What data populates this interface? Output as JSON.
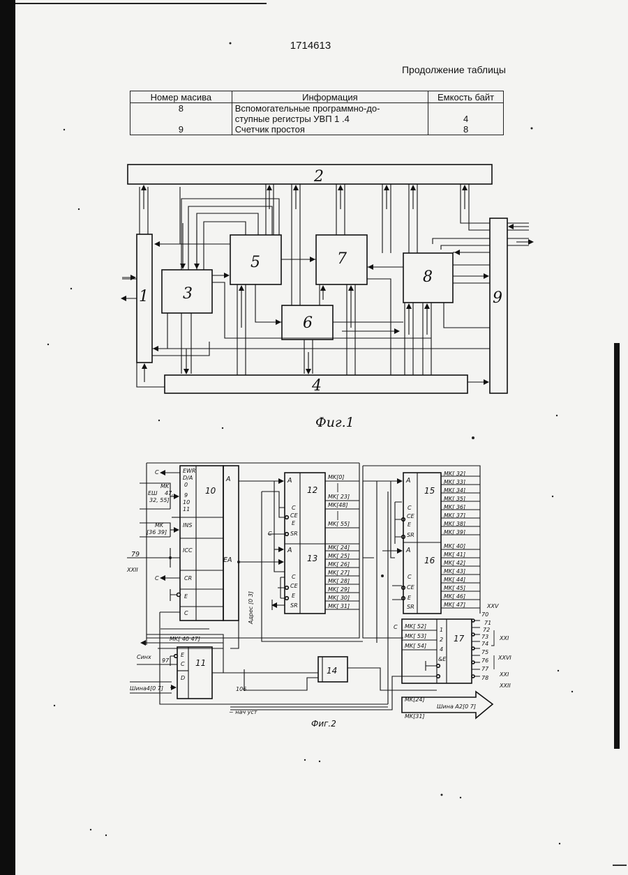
{
  "header": {
    "patent_number": "1714613",
    "continuation_title": "Продолжение таблицы"
  },
  "table": {
    "columns": [
      "Номер масива",
      "Информация",
      "Емкость байт"
    ],
    "rows": [
      {
        "number": "8",
        "info_line1": "Вспомогательные программно-до-",
        "info_line2": "ступные регистры УВП  1  .4",
        "capacity": "4"
      },
      {
        "number": "9",
        "info_line1": "Счетчик простоя",
        "capacity": "8"
      }
    ]
  },
  "figure1": {
    "caption": "Фиг.1",
    "blocks": {
      "b1": "1",
      "b2": "2",
      "b3": "3",
      "b4": "4",
      "b5": "5",
      "b6": "6",
      "b7": "7",
      "b8": "8",
      "b9": "9"
    }
  },
  "figure2": {
    "caption": "Фиг.2",
    "blocks": {
      "b10": "10",
      "b11": "11",
      "b12": "12",
      "b13": "13",
      "b14": "14",
      "b15": "15",
      "b16": "16",
      "b17": "17"
    },
    "block10_pins": [
      "EWR",
      "D/A",
      "0",
      "9",
      "10",
      "11",
      "INS",
      "ICC",
      "CR",
      "E",
      "C"
    ],
    "block10_out": [
      "A",
      "EA"
    ],
    "inputs": {
      "mk1_a": "MK",
      "mk1_b": "EШ",
      "mk1_c": "47,",
      "mk1_d": "32, 55]",
      "mk2_a": "MK",
      "mk2_b": "[36  39]",
      "in79": "79",
      "inXXII": "XXII",
      "cinh": " Cинх",
      "in97": "97",
      "bus4": "Шина4[0  7]",
      "in106": "106",
      "reset": "~ нач уст"
    },
    "bus_mk40": "MK[ 40   47]",
    "addr_bus": "Адрес [0   3]",
    "block11_pins": [
      "E",
      "C",
      "D"
    ],
    "mem_pins": [
      "A",
      "C",
      "CE",
      "E",
      "SR"
    ],
    "b12_outputs": [
      "MK[0]",
      "MK[ 23]",
      "MK[48]",
      "MK[ 55]"
    ],
    "b13_outputs": [
      "MK[ 24]",
      "MK[ 25]",
      "MK[ 26]",
      "MK[ 27]",
      "MK[ 28]",
      "MK[ 29]",
      "MK[ 30]",
      "MK[ 31]"
    ],
    "b15_outputs": [
      "MK[ 32]",
      "MK[ 33]",
      "MK[ 34]",
      "MK[ 35]",
      "MK[ 36]",
      "MK[ 37]",
      "MK[ 38]",
      "MK[ 39]"
    ],
    "b16_outputs": [
      "MK[ 40]",
      "MK[ 41]",
      "MK[ 42]",
      "MK[ 43]",
      "MK[ 44]",
      "MK[ 45]",
      "MK[ 46]",
      "MK[ 47]"
    ],
    "b17_inputs": [
      "MK[ 52]",
      "MK[ 53]",
      "MK[ 54]"
    ],
    "b17_pins": [
      "1",
      "2",
      "4",
      "&E"
    ],
    "b17_outputs": [
      "70",
      "71",
      "72",
      "73",
      "74",
      "75",
      "76",
      "77",
      "78"
    ],
    "right_labels": [
      "XXV",
      "XXI",
      "XXVI",
      "XXI",
      "XXII"
    ],
    "bus_out_a": "MK[24]",
    "bus_out_b": "MK[31]",
    "bus_out_c": "Шина  A2[0   7]",
    "mk_c": "C"
  }
}
